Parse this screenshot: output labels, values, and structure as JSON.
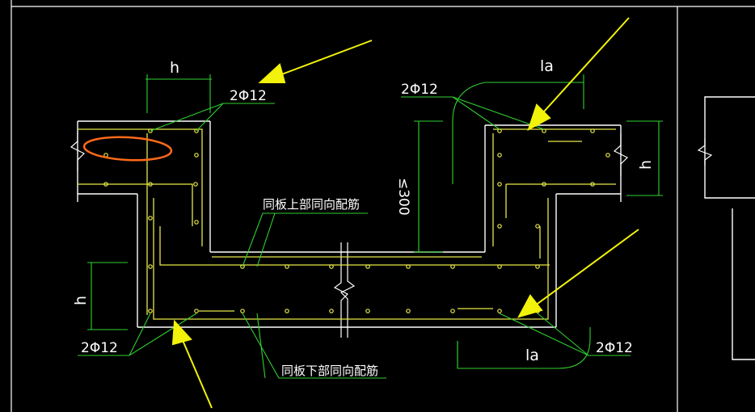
{
  "labels": {
    "h_top": "h",
    "bar_top_left": "2Φ12",
    "la_top": "la",
    "bar_top_right": "2Φ12",
    "h_right": "h",
    "depth": "≤300",
    "slab_top_bars": "同板上部同向配筋",
    "h_left": "h",
    "bar_bottom_left": "2Φ12",
    "slab_bottom_bars": "同板下部同向配筋",
    "la_bottom": "la",
    "bar_bottom_right": "2Φ12"
  },
  "colors": {
    "background": "#000000",
    "concrete": "#ffffff",
    "rebar": "#e8e84a",
    "dimension": "#2fd12f",
    "arrow": "#f2f20a",
    "highlight": "#ff6a1a"
  }
}
